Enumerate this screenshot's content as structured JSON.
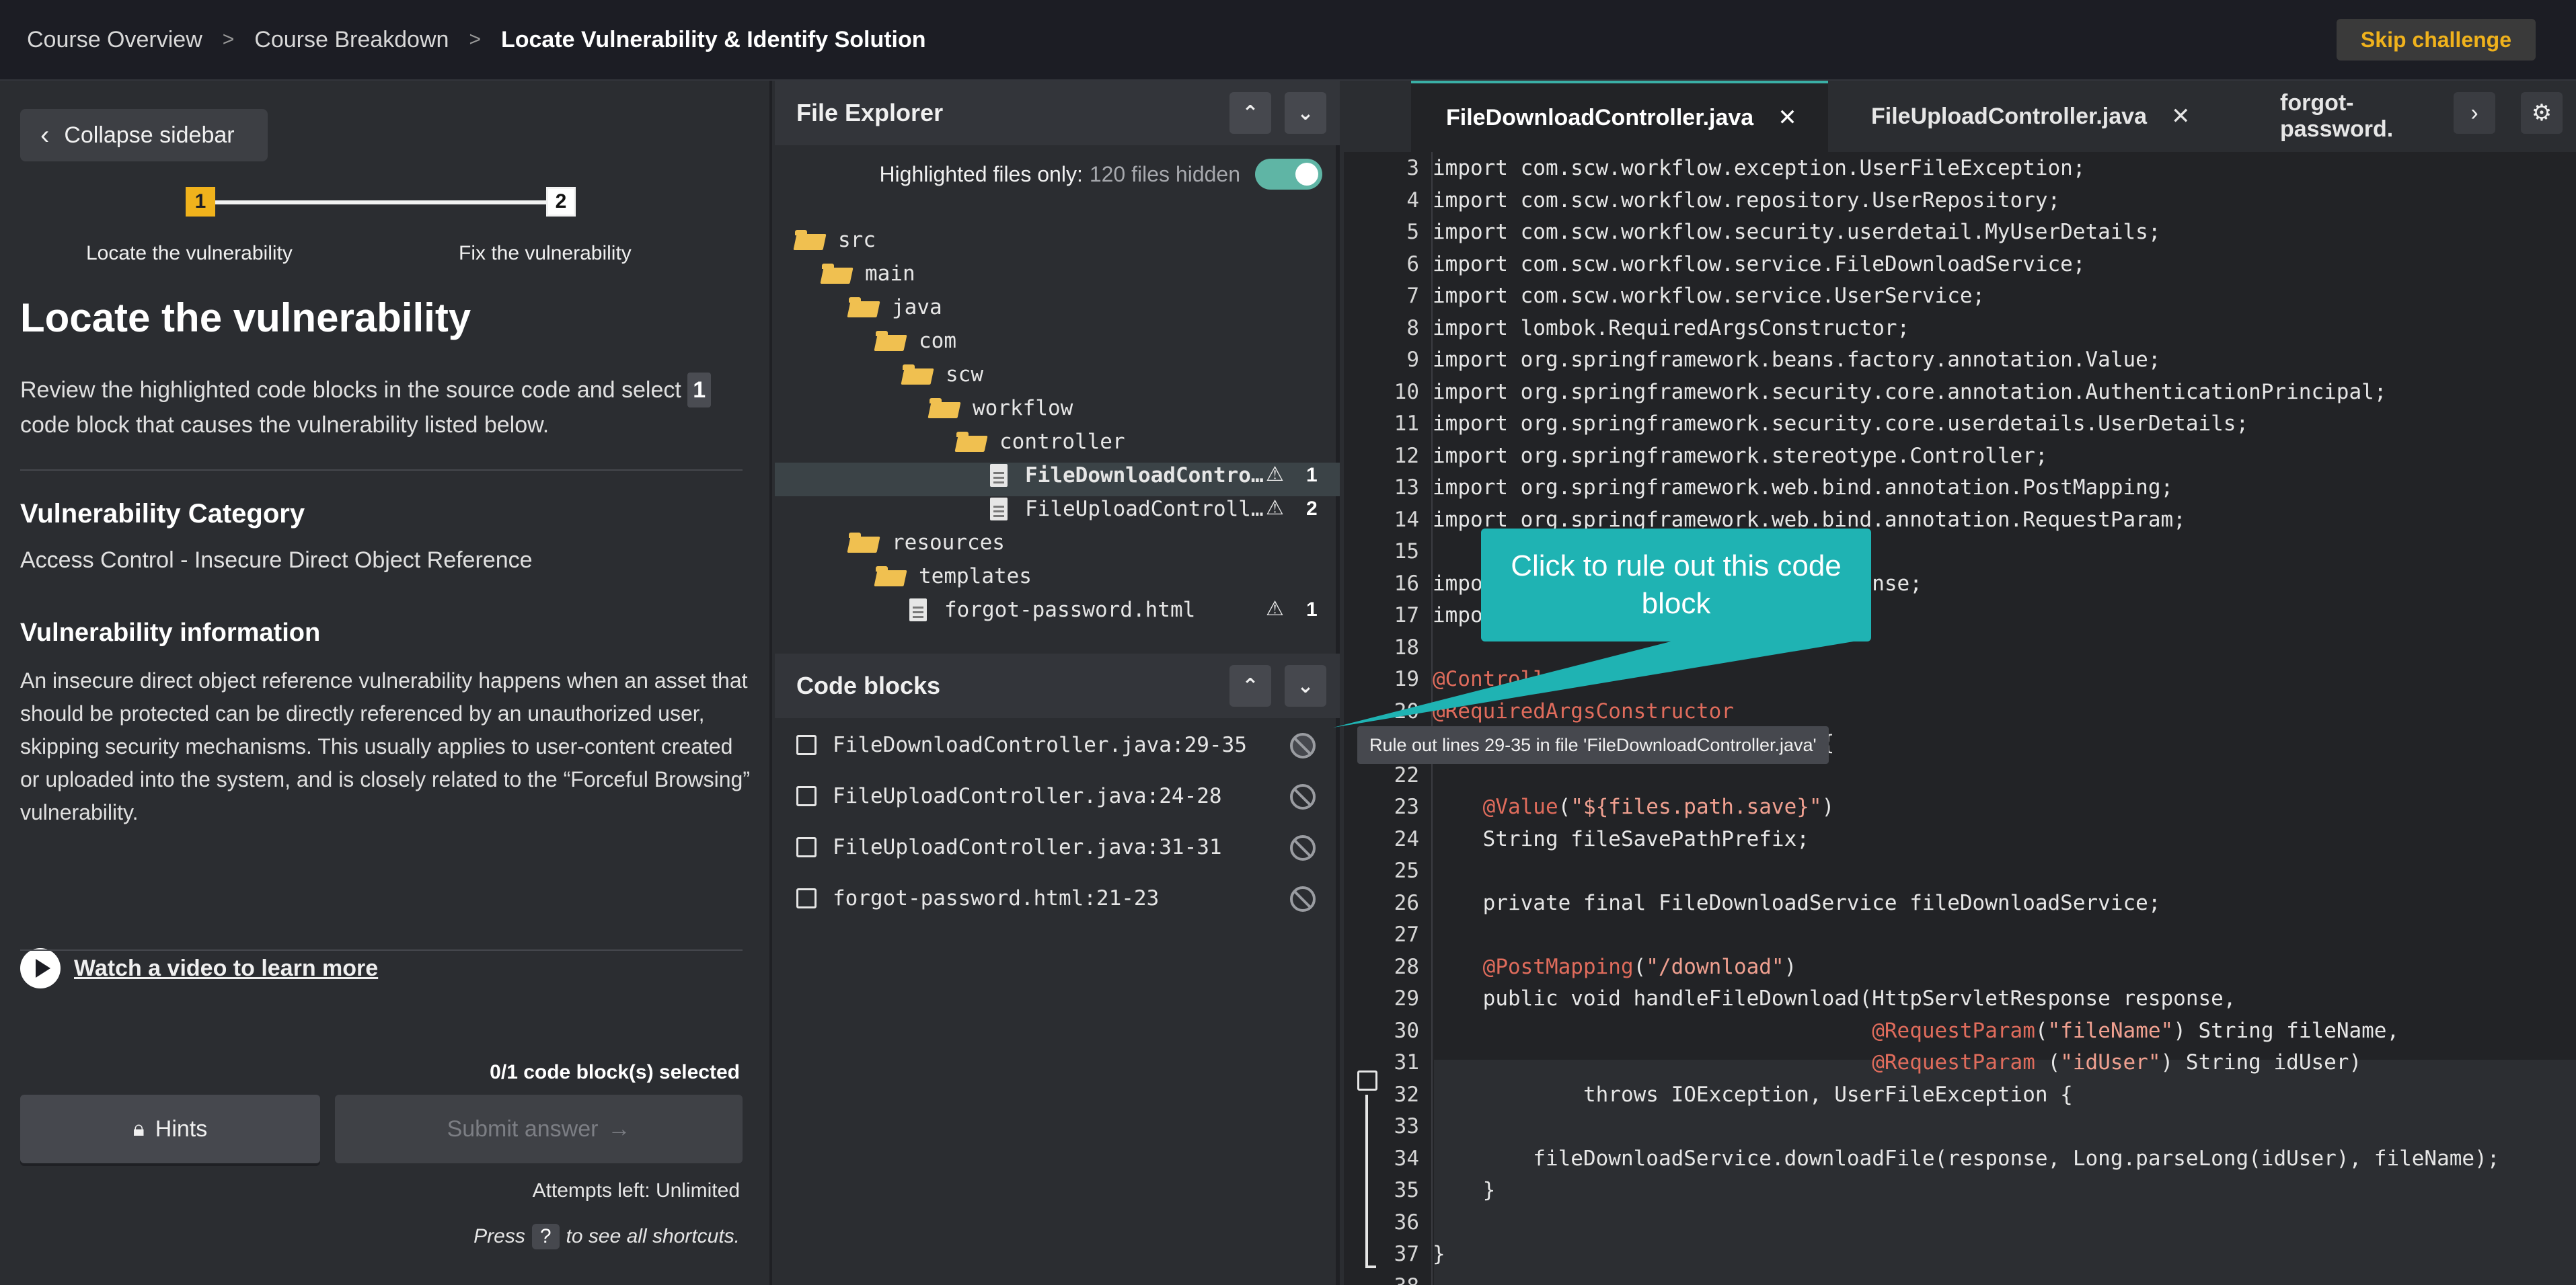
{
  "breadcrumb": {
    "items": [
      "Course Overview",
      "Course Breakdown",
      "Locate Vulnerability & Identify Solution"
    ]
  },
  "header": {
    "skip_label": "Skip challenge"
  },
  "sidebar": {
    "collapse_label": "Collapse sidebar",
    "steps": [
      {
        "number": "1",
        "label": "Locate the vulnerability"
      },
      {
        "number": "2",
        "label": "Fix the vulnerability"
      }
    ],
    "title": "Locate the vulnerability",
    "desc_part1": "Review the highlighted code blocks in the source code and select",
    "desc_count": "1",
    "desc_part2": "code block that causes the vulnerability listed below.",
    "category_heading": "Vulnerability Category",
    "category_value": "Access Control - Insecure Direct Object Reference",
    "info_heading": "Vulnerability information",
    "info_text": "An insecure direct object reference vulnerability happens when an asset that should be protected can be directly referenced by an unauthorized user, skipping security mechanisms. This usually applies to user-content created or uploaded into the system, and is closely related to the “Forceful Browsing” vulnerability.",
    "video_label": "Watch a video to learn more",
    "selected_count": "0/1 code block(s) selected",
    "hints_label": "Hints",
    "submit_label": "Submit answer",
    "attempts": "Attempts left: Unlimited",
    "shortcuts_pre": "Press",
    "shortcuts_key": "?",
    "shortcuts_post": "to see all shortcuts."
  },
  "explorer": {
    "title": "File Explorer",
    "toggle_label": "Highlighted files only:",
    "hidden_count": "120 files hidden",
    "tree": [
      {
        "name": "src",
        "type": "folder"
      },
      {
        "name": "main",
        "type": "folder"
      },
      {
        "name": "java",
        "type": "folder"
      },
      {
        "name": "com",
        "type": "folder"
      },
      {
        "name": "scw",
        "type": "folder"
      },
      {
        "name": "workflow",
        "type": "folder"
      },
      {
        "name": "controller",
        "type": "folder"
      },
      {
        "name": "FileDownloadContro…",
        "type": "file",
        "count": "1"
      },
      {
        "name": "FileUploadControll…",
        "type": "file",
        "count": "2"
      },
      {
        "name": "resources",
        "type": "folder"
      },
      {
        "name": "templates",
        "type": "folder"
      },
      {
        "name": "forgot-password.html",
        "type": "file",
        "count": "1"
      }
    ],
    "warn_icon": "⚠"
  },
  "code_blocks": {
    "title": "Code blocks",
    "items": [
      "FileDownloadController.java:29-35",
      "FileUploadController.java:24-28",
      "FileUploadController.java:31-31",
      "forgot-password.html:21-23"
    ]
  },
  "editor": {
    "tabs": [
      {
        "label": "FileDownloadController.java"
      },
      {
        "label": "FileUploadController.java"
      },
      {
        "label": "forgot-password."
      }
    ],
    "lines": [
      {
        "n": "3",
        "t": "import com.scw.workflow.exception.UserFileException;"
      },
      {
        "n": "4",
        "t": "import com.scw.workflow.repository.UserRepository;"
      },
      {
        "n": "5",
        "t": "import com.scw.workflow.security.userdetail.MyUserDetails;"
      },
      {
        "n": "6",
        "t": "import com.scw.workflow.service.FileDownloadService;"
      },
      {
        "n": "7",
        "t": "import com.scw.workflow.service.UserService;"
      },
      {
        "n": "8",
        "t": "import lombok.RequiredArgsConstructor;"
      },
      {
        "n": "9",
        "t": "import org.springframework.beans.factory.annotation.Value;"
      },
      {
        "n": "10",
        "t": "import org.springframework.security.core.annotation.AuthenticationPrincipal;"
      },
      {
        "n": "11",
        "t": "import org.springframework.security.core.userdetails.UserDetails;"
      },
      {
        "n": "12",
        "t": "import org.springframework.stereotype.Controller;"
      },
      {
        "n": "13",
        "t": "import org.springframework.web.bind.annotation.PostMapping;"
      },
      {
        "n": "14",
        "t": "import org.springframework.web.bind.annotation.RequestParam;"
      },
      {
        "n": "15",
        "t": ""
      },
      {
        "n": "16",
        "t": "import                     letResponse;"
      },
      {
        "n": "17",
        "t": "impo"
      },
      {
        "n": "18",
        "t": ""
      },
      {
        "n": "19",
        "t": "@Controller",
        "cls": "ann"
      },
      {
        "n": "20",
        "t": "@RequiredArgsConstructor",
        "cls": "ann"
      },
      {
        "n": "21",
        "t": "                          ller {"
      },
      {
        "n": "22",
        "t": ""
      },
      {
        "n": "23",
        "t": "    @Value(\"${files.path.save}\")"
      },
      {
        "n": "24",
        "t": "    String fileSavePathPrefix;"
      },
      {
        "n": "25",
        "t": ""
      },
      {
        "n": "26",
        "t": "    private final FileDownloadService fileDownloadService;"
      },
      {
        "n": "27",
        "t": ""
      },
      {
        "n": "28",
        "t": "    @PostMapping(\"/download\")"
      },
      {
        "n": "29",
        "t": "    public void handleFileDownload(HttpServletResponse response,"
      },
      {
        "n": "30",
        "t": "                                   @RequestParam(\"fileName\") String fileName,"
      },
      {
        "n": "31",
        "t": "                                   @RequestParam (\"idUser\") String idUser)"
      },
      {
        "n": "32",
        "t": "            throws IOException, UserFileException {"
      },
      {
        "n": "33",
        "t": ""
      },
      {
        "n": "34",
        "t": "        fileDownloadService.downloadFile(response, Long.parseLong(idUser), fileName);"
      },
      {
        "n": "35",
        "t": "    }"
      },
      {
        "n": "36",
        "t": ""
      },
      {
        "n": "37",
        "t": "}"
      },
      {
        "n": "38",
        "t": ""
      }
    ]
  },
  "callout": {
    "text": "Click to rule out this code block"
  },
  "tooltip": {
    "text": "Rule out lines 29-35 in file 'FileDownloadController.java'"
  },
  "colors": {
    "accent": "#f0b21c",
    "teal": "#1fb3b3",
    "toggle": "#5fb5a5",
    "annotation": "#e06c5c"
  }
}
